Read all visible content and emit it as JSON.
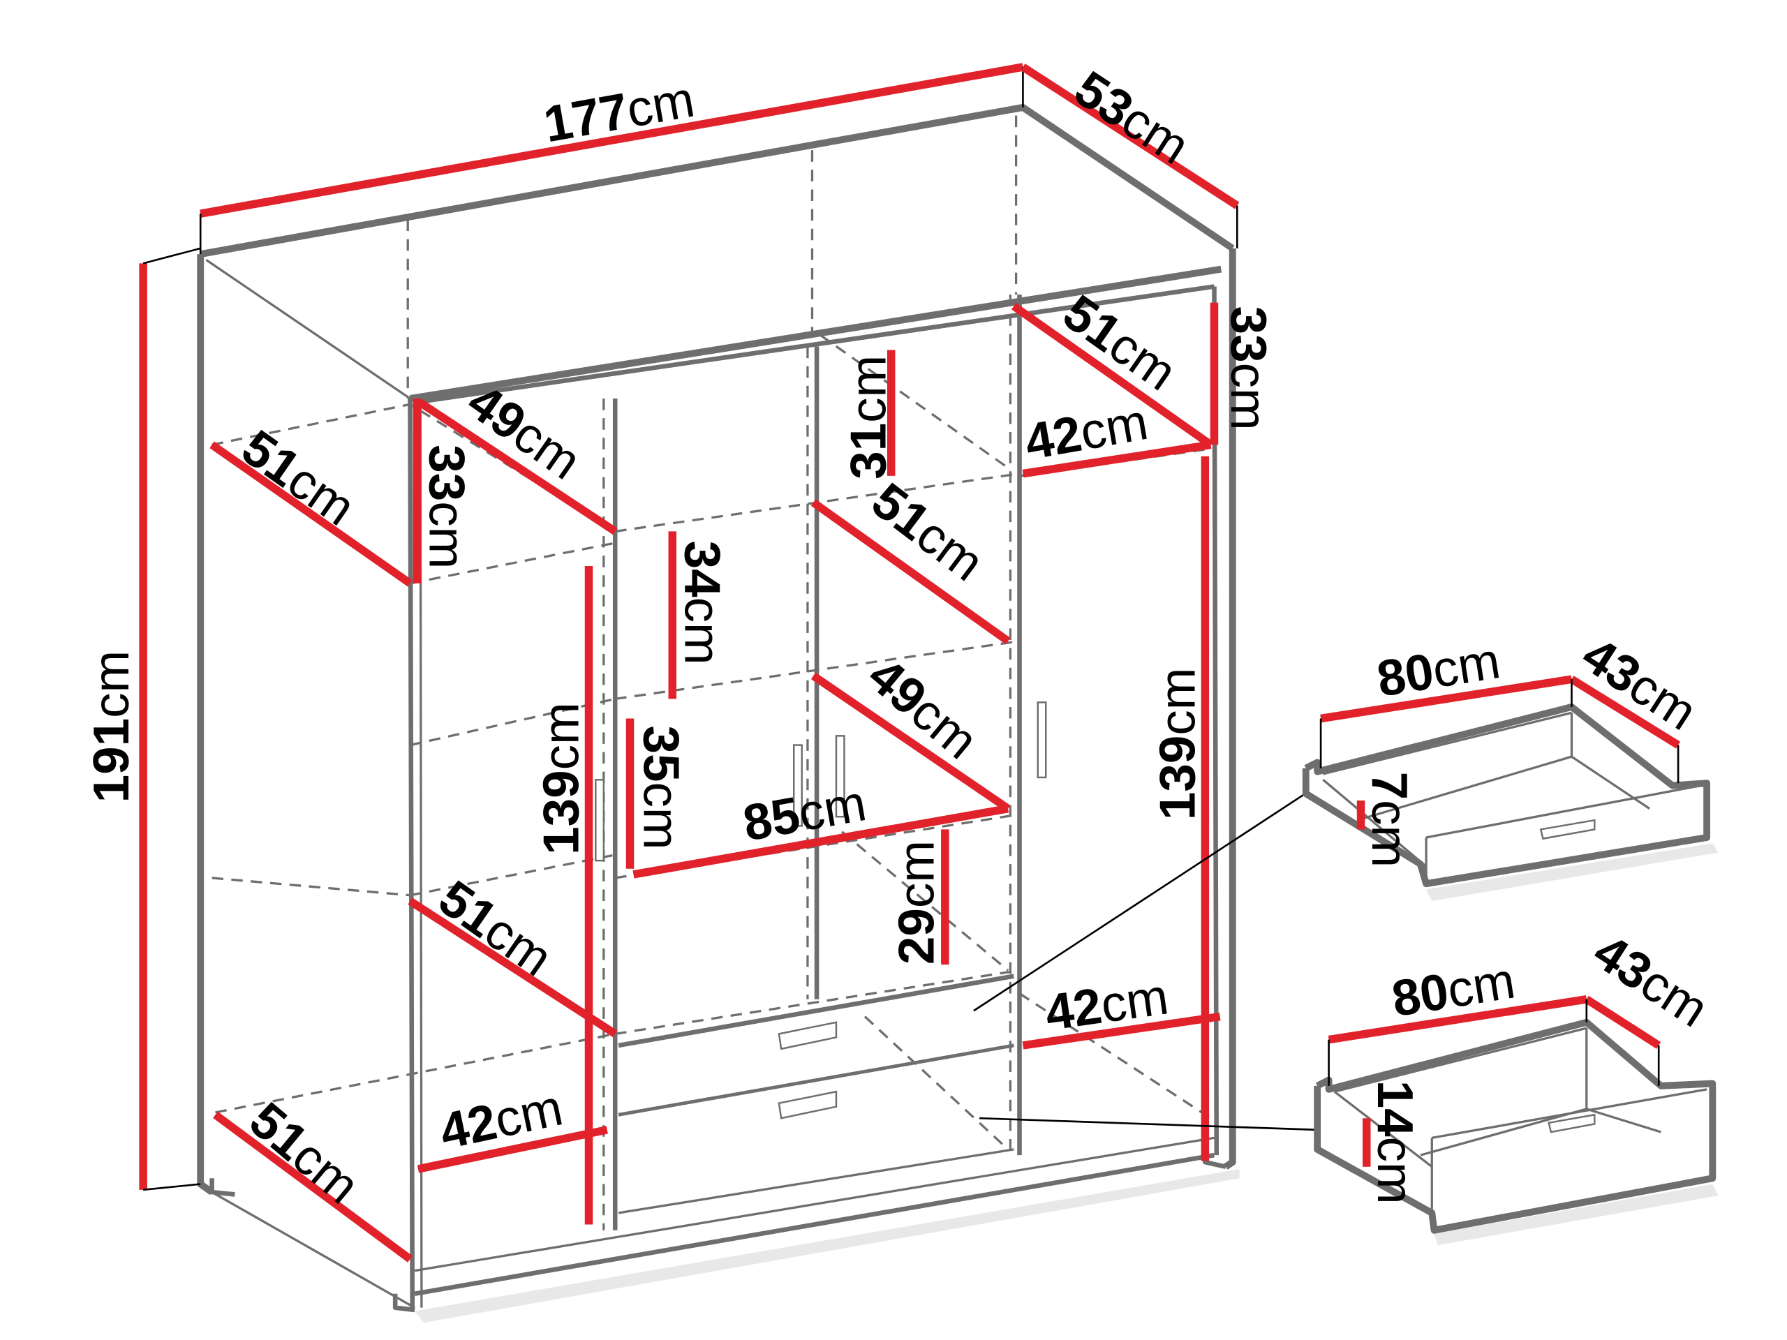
{
  "diagram": {
    "type": "furniture-dimension-drawing",
    "subject": "wardrobe with open shelves, doors and two drawers",
    "unit": "cm",
    "colors": {
      "dimension_line": "#e2222b",
      "outline": "#6e6e6e",
      "text": "#000000",
      "background": "#ffffff"
    },
    "overall": {
      "width": {
        "value": "177",
        "unit": "cm"
      },
      "depth": {
        "value": "53",
        "unit": "cm"
      },
      "height": {
        "value": "191",
        "unit": "cm"
      }
    },
    "left_open_section": {
      "shelf_depth_top": {
        "value": "51",
        "unit": "cm"
      },
      "shelf_depth_bottom": {
        "value": "51",
        "unit": "cm"
      },
      "top_compartment_height": {
        "value": "33",
        "unit": "cm"
      },
      "top_compartment_width": {
        "value": "49",
        "unit": "cm"
      },
      "inner_height": {
        "value": "139",
        "unit": "cm"
      },
      "middle_shelf_depth": {
        "value": "51",
        "unit": "cm"
      },
      "bottom_shelf_width": {
        "value": "42",
        "unit": "cm"
      }
    },
    "center_section": {
      "upper_shelf_height_left": {
        "value": "34",
        "unit": "cm"
      },
      "upper_shelf_height_right": {
        "value": "31",
        "unit": "cm"
      },
      "upper_shelf_depth": {
        "value": "51",
        "unit": "cm"
      },
      "middle_shelf_height": {
        "value": "35",
        "unit": "cm"
      },
      "middle_shelf_depth": {
        "value": "49",
        "unit": "cm"
      },
      "inner_width": {
        "value": "85",
        "unit": "cm"
      },
      "lower_shelf_height": {
        "value": "29",
        "unit": "cm"
      }
    },
    "right_section": {
      "top_compartment_depth": {
        "value": "51",
        "unit": "cm"
      },
      "top_compartment_width": {
        "value": "42",
        "unit": "cm"
      },
      "top_compartment_height": {
        "value": "33",
        "unit": "cm"
      },
      "inner_height": {
        "value": "139",
        "unit": "cm"
      },
      "bottom_width": {
        "value": "42",
        "unit": "cm"
      }
    },
    "drawers": [
      {
        "name": "upper drawer",
        "width": {
          "value": "80",
          "unit": "cm"
        },
        "depth": {
          "value": "43",
          "unit": "cm"
        },
        "height": {
          "value": "7",
          "unit": "cm"
        }
      },
      {
        "name": "lower drawer",
        "width": {
          "value": "80",
          "unit": "cm"
        },
        "depth": {
          "value": "43",
          "unit": "cm"
        },
        "height": {
          "value": "14",
          "unit": "cm"
        }
      }
    ]
  }
}
